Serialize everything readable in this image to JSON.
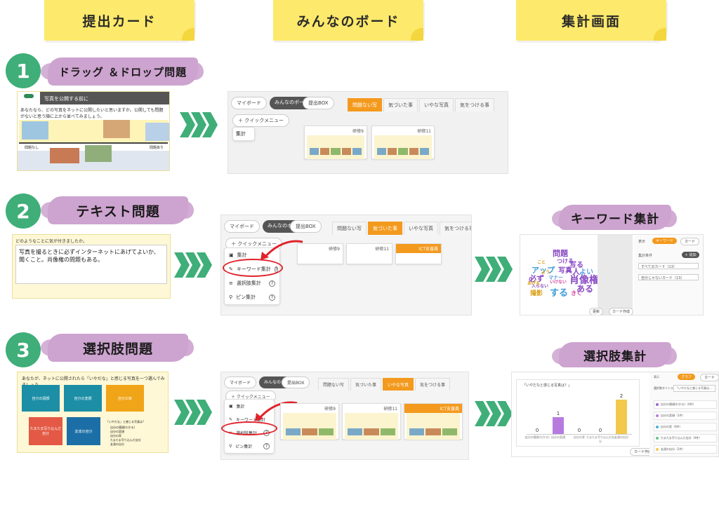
{
  "columns": [
    "提出カード",
    "みんなのボード",
    "集計画面"
  ],
  "steps": [
    {
      "num": "1",
      "label": "ドラッグ ＆ドロップ問題"
    },
    {
      "num": "2",
      "label": "テキスト問題"
    },
    {
      "num": "3",
      "label": "選択肢問題"
    }
  ],
  "results": {
    "keyword_title": "キーワード集計",
    "choice_title": "選択肢集計"
  },
  "card1": {
    "title": "写真を公開する前に",
    "question": "あなたなら、どの写真をネットに公開したいと思いますか。公開しても問題がないと思う順に上から並べてみましょう。",
    "left_label": "問題なし",
    "right_label": "問題あり"
  },
  "card2": {
    "question": "どのようなことに気が付きましたか。",
    "answer": "写真を撮るときに必ずインターネットにあげてよいか、聞くこと。肖像権の問題もある。"
  },
  "card3": {
    "question": "あなたが、ネットに公開されたら「いやだな」と感じる写真を一つ選んでみましょう。",
    "options": [
      "自分の寝顔",
      "自分の変顔",
      "自分の家",
      "たまたま写り込んだ自分",
      "友達の自分"
    ],
    "list_title": "「いやだな」と感じる写真は？",
    "list_items": [
      "自分の寝顔(わかる)",
      "自分の変顔",
      "自分の家",
      "たまたま写り込んだ自分",
      "友達の自分"
    ]
  },
  "board": {
    "my_board": "マイボード",
    "everyone_board": "みんなのボード",
    "submit_box": "提出BOX",
    "quick_menu": "＋ クイックメニュー",
    "aggregate": "集計",
    "tabs1": [
      "問題ない写",
      "気づいた事",
      "いやな写真",
      "気をつける事"
    ],
    "menu_keyword": "キーワード集計",
    "menu_choice": "選択肢集計",
    "menu_pin": "ピン集計",
    "card_names": [
      "研修9",
      "研修11"
    ],
    "ict_label": "ICT支援員"
  },
  "keyword_panel": {
    "display": "表示",
    "tag_keyword": "キーワード",
    "tag_card": "カード",
    "condition": "集計条件",
    "add": "＋ 追加",
    "sel1": "すべてのカード（13）",
    "sel2": "自分じゃないカード（13）",
    "btn_update": "更新",
    "btn_create": "カード作成",
    "words": [
      "問題",
      "つける",
      "写る",
      "写真",
      "人",
      "よい",
      "アップ",
      "肖像権",
      "必ず",
      "ある",
      "する",
      "撮影",
      "いけない",
      "マナー",
      "入らない",
      "きく",
      "あげる",
      "こと",
      "よう"
    ]
  },
  "choice_panel": {
    "display": "表示",
    "tag_graph": "グラフ",
    "tag_card": "カード",
    "select_title_label": "選択肢タイトル",
    "select_title": "「いやだなと感じる写真は…",
    "chart_title": "「いやだなと感じる写真は？」",
    "legend": [
      "自分の寝顔(わかる)（0件）",
      "自分の変顔（1件）",
      "自分の家（0件）",
      "たまたま写り込んだ自分（0件）",
      "友達の自分（2件）"
    ],
    "btn_create": "カード作成"
  },
  "chart_data": {
    "type": "bar",
    "title": "「いやだなと感じる写真は？」",
    "categories": [
      "自分の寝顔(わかる)",
      "自分の変顔",
      "自分の家",
      "たまたま写り込んだ自分",
      "友達の自分"
    ],
    "values": [
      0,
      1,
      0,
      0,
      2
    ],
    "ylim": [
      0,
      2
    ],
    "colors": [
      "#9a66cc",
      "#b77be0",
      "#4bb0d4",
      "#67c28f",
      "#f2c94c"
    ]
  }
}
